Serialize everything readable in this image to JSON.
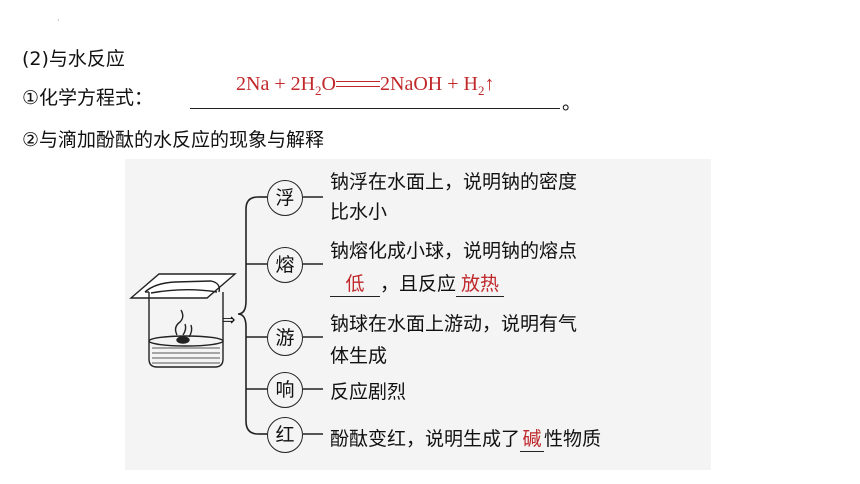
{
  "slide": {
    "heading_reaction": "(2)与水反应",
    "heading_equation": "①化学方程式：",
    "equation": {
      "lhs_a": "2Na + 2H",
      "lhs_b": "O",
      "rhs_a": "2NaOH + H",
      "rhs_b": "↑",
      "sub": "2"
    },
    "period": "。",
    "heading_phenomena": "②与滴加酚酞的水反应的现象与解释",
    "tick_mark": "·"
  },
  "diagram": {
    "arrow": "⇒",
    "items": [
      {
        "char": "浮",
        "line1": "钠浮在水面上，说明钠的密度",
        "line2": "比水小"
      },
      {
        "char": "熔",
        "line1": "钠熔化成小球，说明钠的熔点",
        "line2_mid": "，且反应",
        "answer_a": "低",
        "answer_b": "放热"
      },
      {
        "char": "游",
        "line1": "钠球在水面上游动，说明有气",
        "line2": "体生成"
      },
      {
        "char": "响",
        "line1": "反应剧烈"
      },
      {
        "char": "红",
        "line1_a": "酚酞变红，说明生成了",
        "answer": "碱",
        "line1_b": "性物质"
      }
    ]
  },
  "colors": {
    "answer": "#c0282b",
    "text": "#111111",
    "panel": "#f4f4f4"
  }
}
